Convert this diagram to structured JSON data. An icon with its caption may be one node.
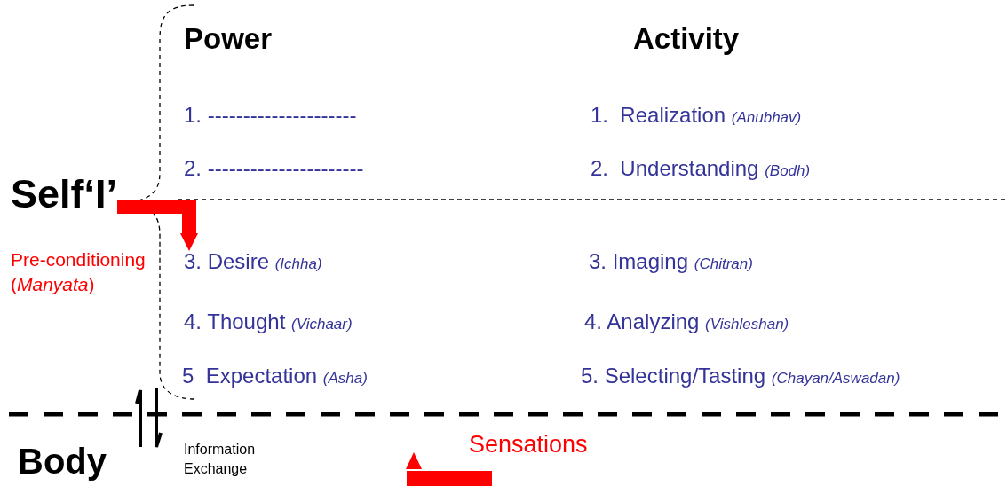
{
  "diagram": {
    "nodes": [
      {
        "text": [
          "Self‘I’"
        ]
      },
      {
        "text": [
          "3. Desire *(Ichha)*"
        ]
      }
    ],
    "edges": [
      {
        "from": 0,
        "to": 1,
        "arrow": "to",
        "color": "#ff0000"
      }
    ],
    "labels": [
      "Power",
      "Activity",
      "1. ---------------------",
      "1.  Realization *(Anubhav)*",
      "2. ----------------------",
      "2.  Understanding *(Bodh)*",
      "Pre-conditioning (*Manyata*)",
      "3. Imaging *(Chitran)*",
      "4. Thought *(Vichaar)*",
      "4. Analyzing *(Vishleshan)*",
      "5  Expectation *(Asha)*",
      "5. Selecting/Tasting *(Chayan/Aswadan)*",
      "Body",
      "Information Exchange",
      "Sensations"
    ]
  }
}
